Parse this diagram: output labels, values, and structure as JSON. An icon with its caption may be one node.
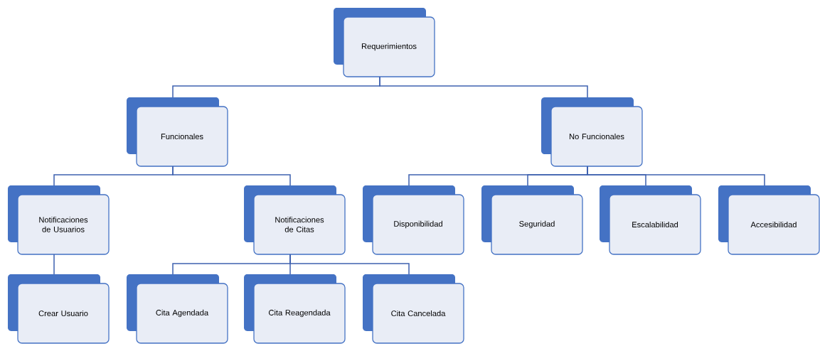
{
  "diagram": {
    "nodes": [
      {
        "text": [
          "Requerimientos"
        ]
      },
      {
        "text": [
          "Funcionales"
        ]
      },
      {
        "text": [
          "No Funcionales"
        ]
      },
      {
        "text": [
          "Notificaciones de Usuarios"
        ]
      },
      {
        "text": [
          "Notificaciones de Citas"
        ]
      },
      {
        "text": [
          "Disponibilidad"
        ]
      },
      {
        "text": [
          "Seguridad"
        ]
      },
      {
        "text": [
          "Escalabilidad"
        ]
      },
      {
        "text": [
          "Accesibilidad"
        ]
      },
      {
        "text": [
          "Crear Usuario"
        ]
      },
      {
        "text": [
          "Cita Agendada"
        ]
      },
      {
        "text": [
          "Cita Reagendada"
        ]
      },
      {
        "text": [
          "Cita Cancelada"
        ]
      }
    ],
    "edges": [
      {
        "from": 0,
        "to": 1,
        "arrow": "none"
      },
      {
        "from": 0,
        "to": 2,
        "arrow": "none"
      },
      {
        "from": 1,
        "to": 3,
        "arrow": "none"
      },
      {
        "from": 1,
        "to": 4,
        "arrow": "none"
      },
      {
        "from": 2,
        "to": 5,
        "arrow": "none"
      },
      {
        "from": 2,
        "to": 6,
        "arrow": "none"
      },
      {
        "from": 2,
        "to": 7,
        "arrow": "none"
      },
      {
        "from": 2,
        "to": 8,
        "arrow": "none"
      },
      {
        "from": 3,
        "to": 9,
        "arrow": "none"
      },
      {
        "from": 4,
        "to": 10,
        "arrow": "none"
      },
      {
        "from": 4,
        "to": 11,
        "arrow": "none"
      },
      {
        "from": 4,
        "to": 12,
        "arrow": "none"
      }
    ]
  }
}
